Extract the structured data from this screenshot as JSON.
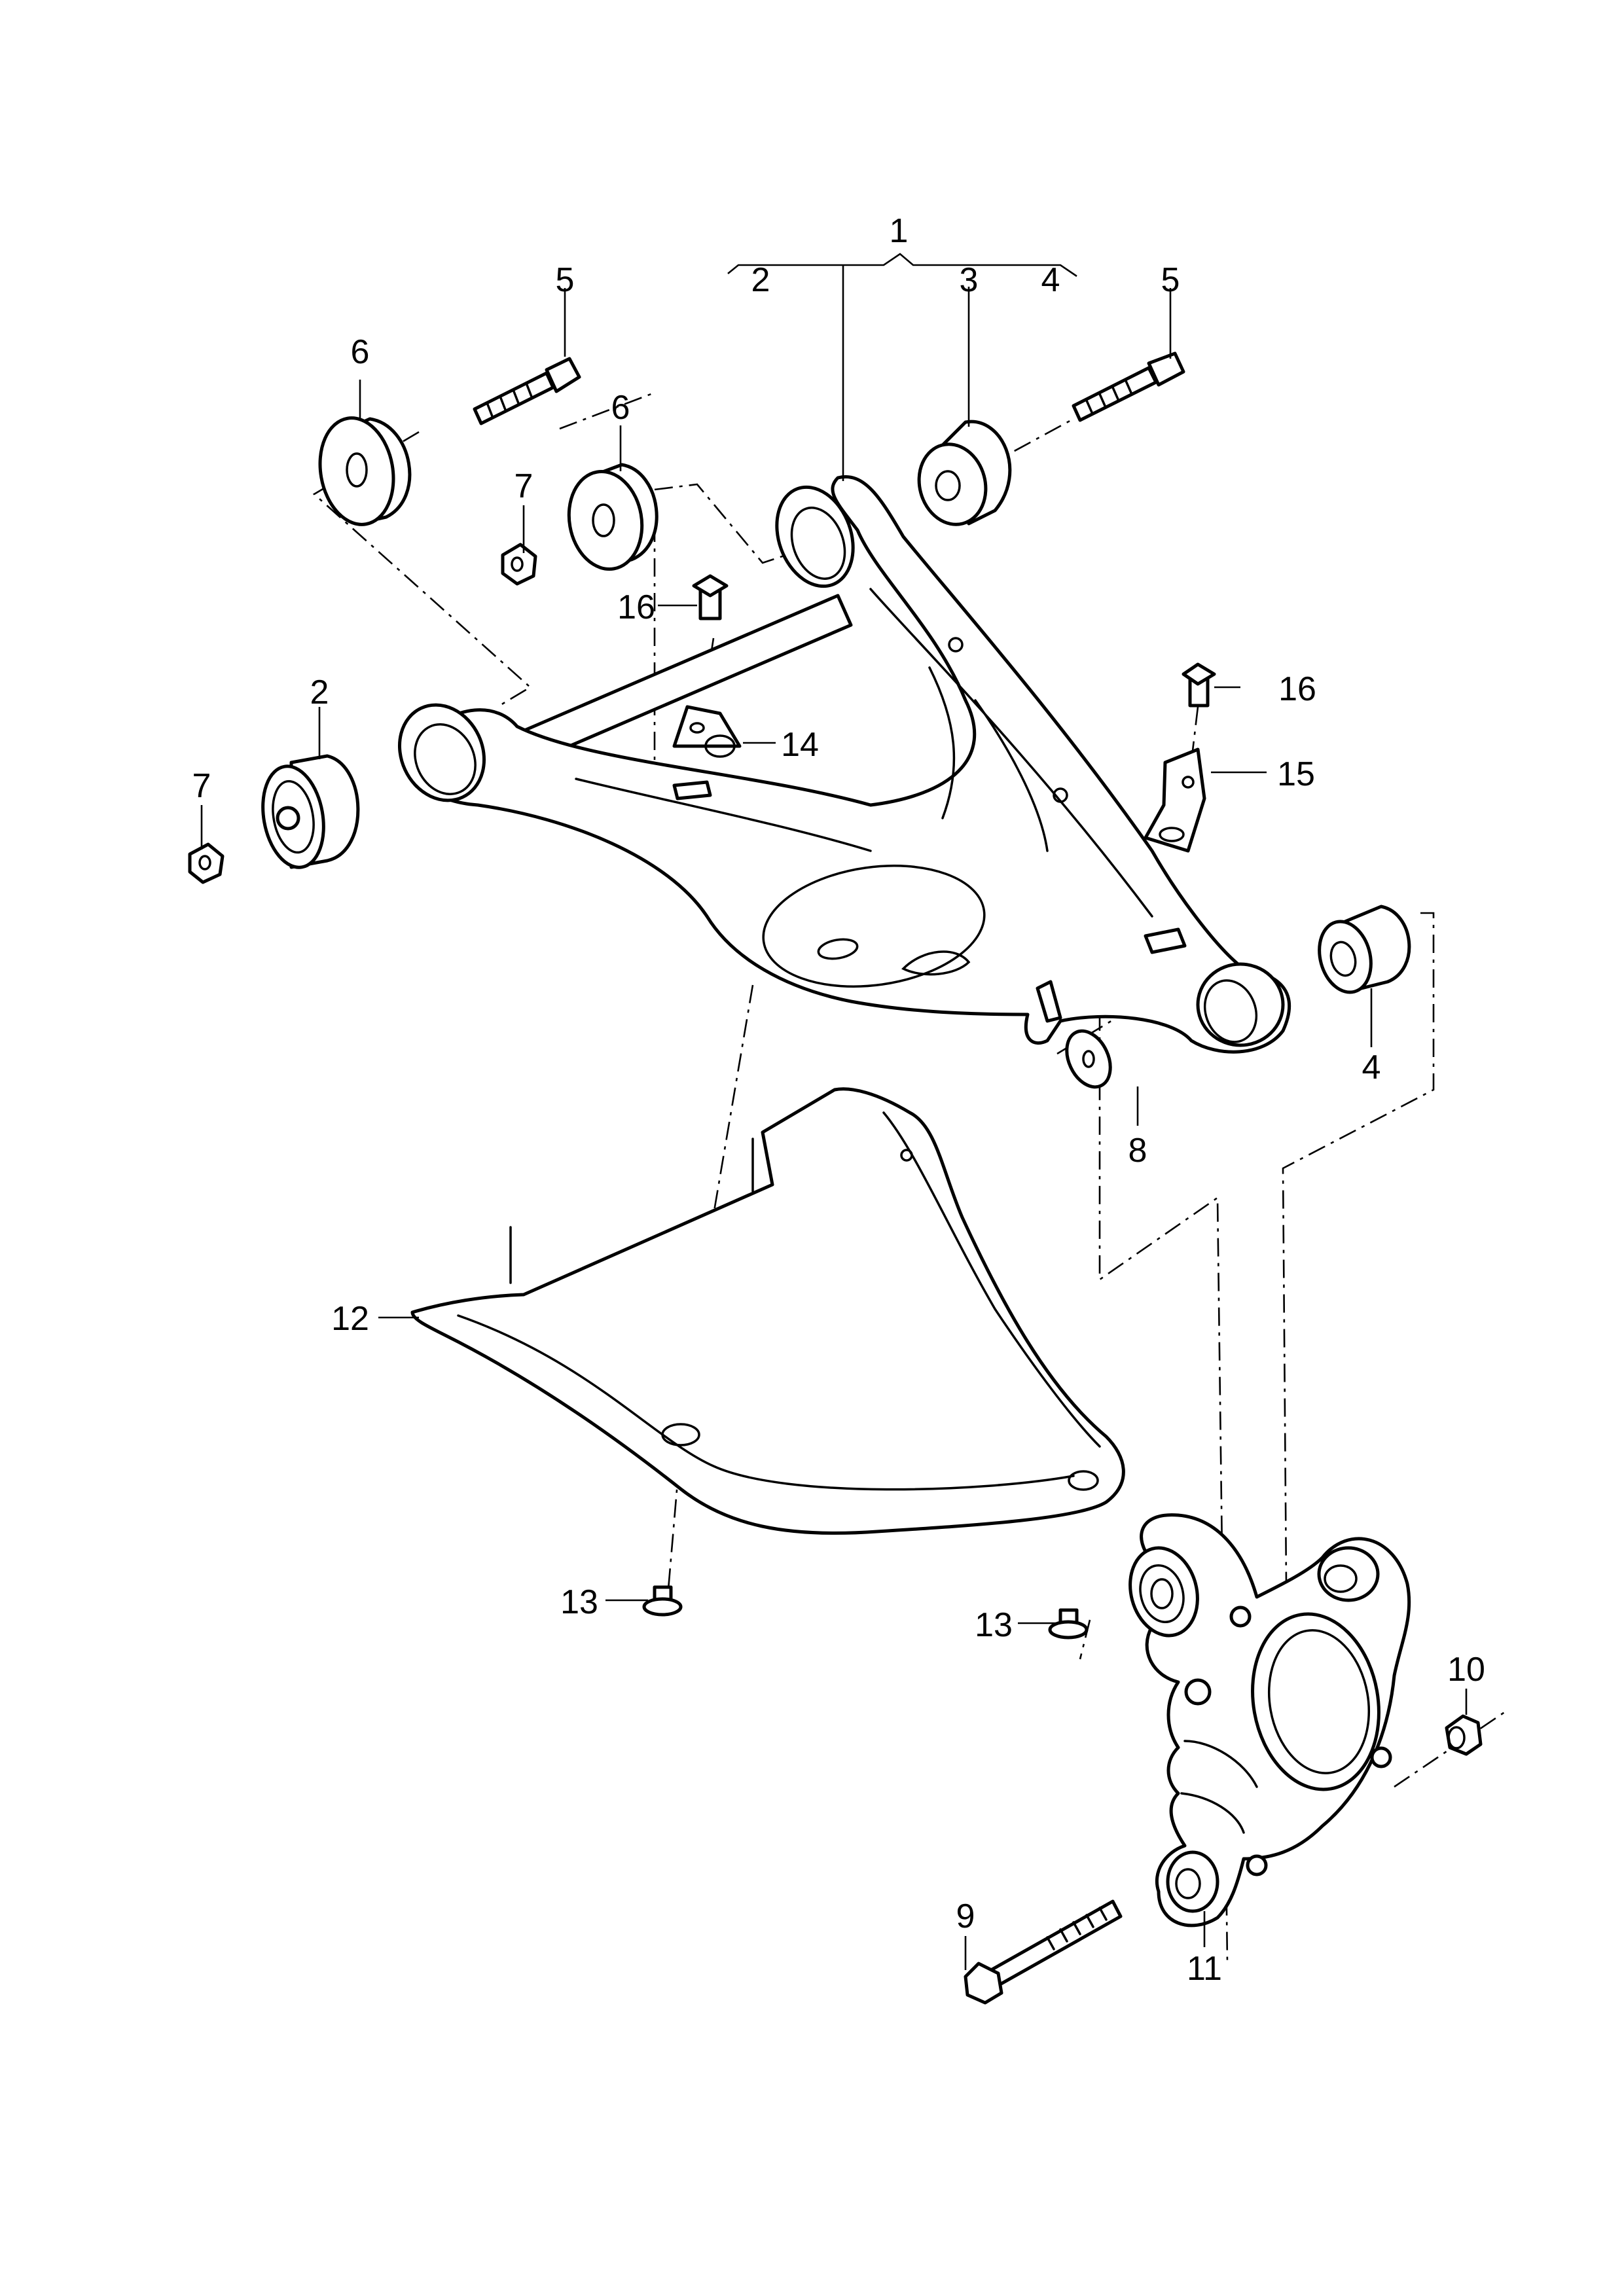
{
  "callouts": {
    "c1": "1",
    "c2_top": "2",
    "c2": "2",
    "c3": "3",
    "c4_top": "4",
    "c4": "4",
    "c5_left": "5",
    "c5_right": "5",
    "c6_left": "6",
    "c6_mid": "6",
    "c7_upper": "7",
    "c7_left": "7",
    "c8": "8",
    "c9": "9",
    "c10": "10",
    "c11": "11",
    "c12": "12",
    "c13_left": "13",
    "c13_right": "13",
    "c14": "14",
    "c15": "15",
    "c16_left": "16",
    "c16_right": "16"
  }
}
